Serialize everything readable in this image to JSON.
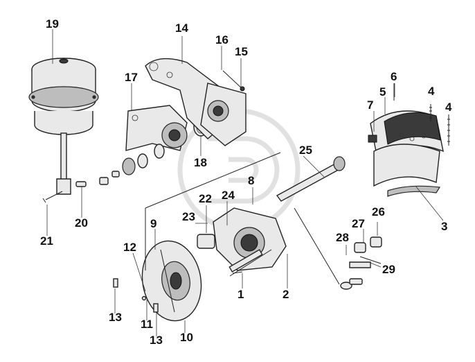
{
  "diagram": {
    "callouts": [
      {
        "id": "c1",
        "label": "1"
      },
      {
        "id": "c2",
        "label": "2"
      },
      {
        "id": "c3",
        "label": "3"
      },
      {
        "id": "c4a",
        "label": "4"
      },
      {
        "id": "c4b",
        "label": "4"
      },
      {
        "id": "c5",
        "label": "5"
      },
      {
        "id": "c6",
        "label": "6"
      },
      {
        "id": "c7",
        "label": "7"
      },
      {
        "id": "c8",
        "label": "8"
      },
      {
        "id": "c9",
        "label": "9"
      },
      {
        "id": "c10",
        "label": "10"
      },
      {
        "id": "c11",
        "label": "11"
      },
      {
        "id": "c12",
        "label": "12"
      },
      {
        "id": "c13a",
        "label": "13"
      },
      {
        "id": "c13b",
        "label": "13"
      },
      {
        "id": "c14",
        "label": "14"
      },
      {
        "id": "c15",
        "label": "15"
      },
      {
        "id": "c16",
        "label": "16"
      },
      {
        "id": "c17",
        "label": "17"
      },
      {
        "id": "c18",
        "label": "18"
      },
      {
        "id": "c19",
        "label": "19"
      },
      {
        "id": "c20",
        "label": "20"
      },
      {
        "id": "c21",
        "label": "21"
      },
      {
        "id": "c22",
        "label": "22"
      },
      {
        "id": "c23",
        "label": "23"
      },
      {
        "id": "c24",
        "label": "24"
      },
      {
        "id": "c25",
        "label": "25"
      },
      {
        "id": "c26",
        "label": "26"
      },
      {
        "id": "c27",
        "label": "27"
      },
      {
        "id": "c28",
        "label": "28"
      },
      {
        "id": "c29",
        "label": "29"
      }
    ]
  }
}
